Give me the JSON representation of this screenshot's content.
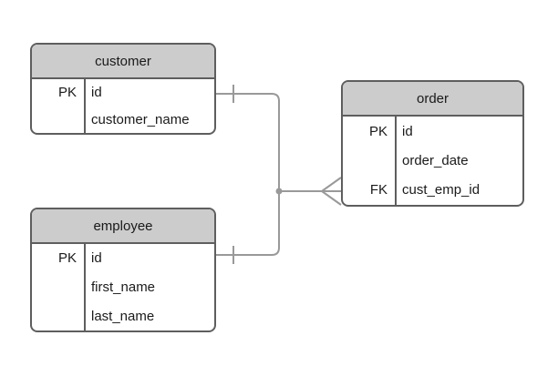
{
  "diagram": {
    "kind": "entity-relationship",
    "entities": [
      {
        "name": "customer",
        "fields": [
          {
            "key": "PK",
            "name": "id"
          },
          {
            "key": "",
            "name": "customer_name"
          }
        ]
      },
      {
        "name": "employee",
        "fields": [
          {
            "key": "PK",
            "name": "id"
          },
          {
            "key": "",
            "name": "first_name"
          },
          {
            "key": "",
            "name": "last_name"
          }
        ]
      },
      {
        "name": "order",
        "fields": [
          {
            "key": "PK",
            "name": "id"
          },
          {
            "key": "",
            "name": "order_date"
          },
          {
            "key": "FK",
            "name": "cust_emp_id"
          }
        ]
      }
    ],
    "relationships": [
      {
        "from_entity": "customer",
        "from_cardinality": "one",
        "to_entity": "order",
        "to_cardinality": "many"
      },
      {
        "from_entity": "employee",
        "from_cardinality": "one",
        "to_entity": "order",
        "to_cardinality": "many"
      }
    ]
  },
  "colors": {
    "background": "#ffffff",
    "body_fill": "#ffffff",
    "header_fill": "#cccccc",
    "entity_border": "#5e5e5e",
    "connector": "#999999",
    "text_color": "#1a1a1a"
  }
}
